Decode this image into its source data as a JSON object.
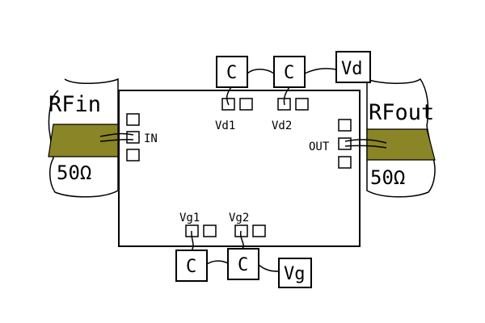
{
  "colors": {
    "microstrip": "#8a8526",
    "line": "#000000",
    "background": "#ffffff"
  },
  "ports": {
    "left_name": "RFin",
    "left_impedance": "50Ω",
    "right_name": "RFout",
    "right_impedance": "50Ω"
  },
  "chip": {
    "in_label": "IN",
    "out_label": "OUT",
    "vd1_label": "Vd1",
    "vd2_label": "Vd2",
    "vg1_label": "Vg1",
    "vg2_label": "Vg2"
  },
  "top_bias": {
    "cap1": "C",
    "cap2": "C",
    "supply": "Vd"
  },
  "bottom_bias": {
    "cap1": "C",
    "cap2": "C",
    "supply": "Vg"
  }
}
